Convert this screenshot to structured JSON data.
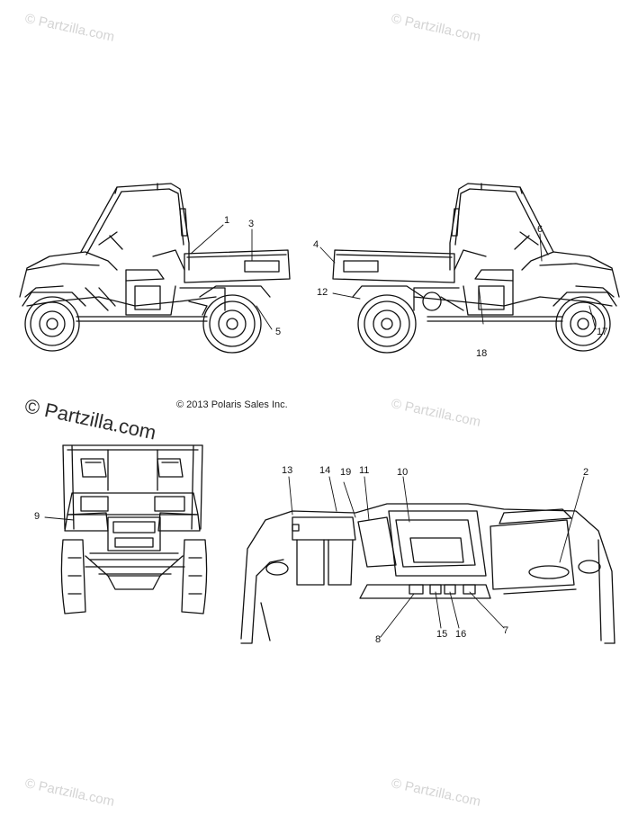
{
  "watermark": {
    "text": "© Partzilla.com",
    "prominent_text": "© Partzilla.com"
  },
  "copyright": "© 2013 Polaris Sales Inc.",
  "callouts": {
    "c1": "1",
    "c2": "2",
    "c3": "3",
    "c4": "4",
    "c5": "5",
    "c6": "6",
    "c7": "7",
    "c8": "8",
    "c9": "9",
    "c10": "10",
    "c11": "11",
    "c12": "12",
    "c13": "13",
    "c14": "14",
    "c15": "15",
    "c16": "16",
    "c17": "17",
    "c18": "18",
    "c19": "19"
  }
}
